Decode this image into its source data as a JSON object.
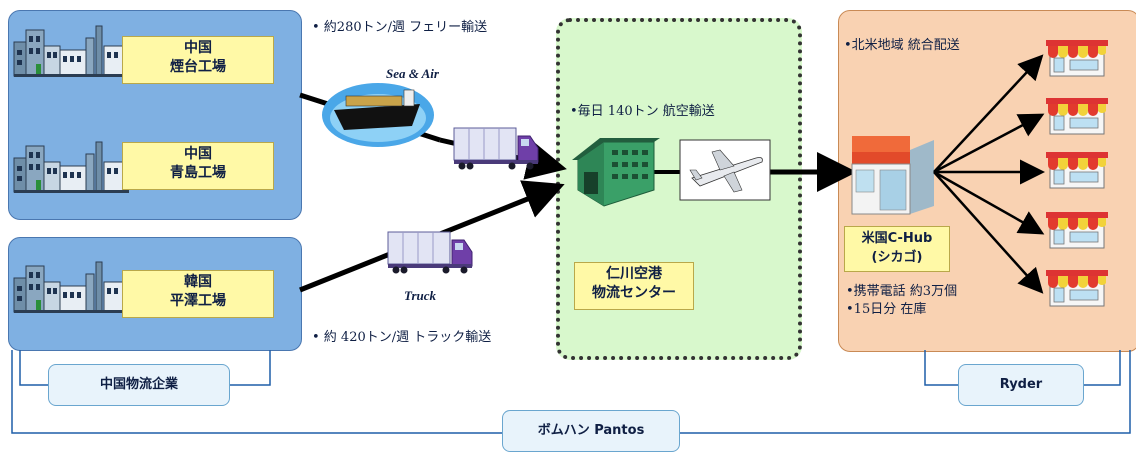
{
  "factories": [
    {
      "line1": "中国",
      "line2": "煙台工場"
    },
    {
      "line1": "中国",
      "line2": "青島工場"
    },
    {
      "line1": "韓国",
      "line2": "平澤工場"
    }
  ],
  "notes": {
    "ferry": "• 約280トン/週 フェリー輸送",
    "truck": "• 約 420トン/週 トラック輸送",
    "air": "•毎日 140トン 航空輸送",
    "north_america": "•北米地域 統合配送",
    "phones": "•携帯電話 約3万個",
    "stock": "•15日分 在庫"
  },
  "transport": {
    "sea_air": "Sea & Air",
    "truck": "Truck"
  },
  "incheon": {
    "line1": "仁川空港",
    "line2": "物流センター"
  },
  "chub": {
    "line1": "米国C-Hub",
    "line2": "(シカゴ)"
  },
  "pills": {
    "china_logistics": "中国物流企業",
    "ryder": "Ryder",
    "pantos": "ボムハン Pantos"
  },
  "colors": {
    "factory_panel": "#7fb0e2",
    "hub_panel": "#d8f8cc",
    "us_panel": "#f9d2b2",
    "label_fill": "#fff9a6"
  }
}
